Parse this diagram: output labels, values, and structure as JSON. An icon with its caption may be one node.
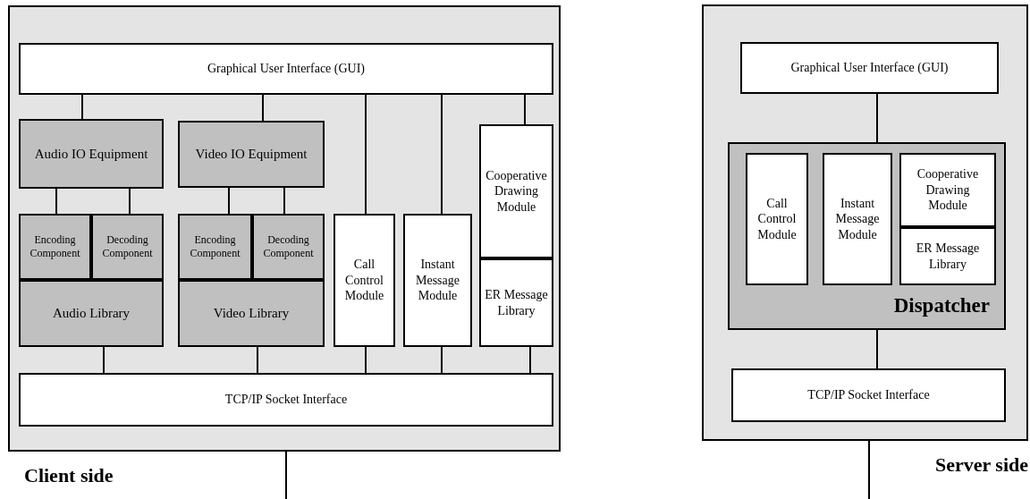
{
  "diagram": {
    "nodes": [
      {
        "text": [
          "Client side"
        ]
      },
      {
        "text": [
          "Graphical User Interface (GUI)"
        ],
        "in": 0
      },
      {
        "text": [
          "Audio IO Equipment"
        ],
        "in": 0
      },
      {
        "text": [
          "Encoding Component"
        ],
        "in": 0
      },
      {
        "text": [
          "Decoding Component"
        ],
        "in": 0
      },
      {
        "text": [
          "Audio Library"
        ],
        "in": 0
      },
      {
        "text": [
          "Video IO Equipment"
        ],
        "in": 0
      },
      {
        "text": [
          "Encoding Component"
        ],
        "in": 0
      },
      {
        "text": [
          "Decoding Component"
        ],
        "in": 0
      },
      {
        "text": [
          "Video Library"
        ],
        "in": 0
      },
      {
        "text": [
          "Call Control Module"
        ],
        "in": 0
      },
      {
        "text": [
          "Instant Message Module"
        ],
        "in": 0
      },
      {
        "text": [
          "Cooperative Drawing Module"
        ],
        "in": 0
      },
      {
        "text": [
          "ER Message Library"
        ],
        "in": 0
      },
      {
        "text": [
          "TCP/IP Socket Interface"
        ],
        "in": 0
      },
      {
        "text": [
          "Server side"
        ]
      },
      {
        "text": [
          "Graphical User Interface (GUI)"
        ],
        "in": 15
      },
      {
        "text": [
          "Dispatcher"
        ],
        "in": 15
      },
      {
        "text": [
          "Call Control Module"
        ],
        "in": 17
      },
      {
        "text": [
          "Instant Message Module"
        ],
        "in": 17
      },
      {
        "text": [
          "Cooperative Drawing Module"
        ],
        "in": 17
      },
      {
        "text": [
          "ER Message Library"
        ],
        "in": 17
      },
      {
        "text": [
          "TCP/IP Socket Interface"
        ],
        "in": 15
      }
    ],
    "edges": [
      {
        "from": 1,
        "to": 2,
        "arrow": "none"
      },
      {
        "from": 1,
        "to": 6,
        "arrow": "none"
      },
      {
        "from": 1,
        "to": 10,
        "arrow": "none"
      },
      {
        "from": 1,
        "to": 11,
        "arrow": "none"
      },
      {
        "from": 1,
        "to": 12,
        "arrow": "none"
      },
      {
        "from": 2,
        "to": 3,
        "arrow": "none"
      },
      {
        "from": 2,
        "to": 4,
        "arrow": "none"
      },
      {
        "from": 6,
        "to": 7,
        "arrow": "none"
      },
      {
        "from": 6,
        "to": 8,
        "arrow": "none"
      },
      {
        "from": 5,
        "to": 14,
        "arrow": "none"
      },
      {
        "from": 9,
        "to": 14,
        "arrow": "none"
      },
      {
        "from": 10,
        "to": 14,
        "arrow": "none"
      },
      {
        "from": 11,
        "to": 14,
        "arrow": "none"
      },
      {
        "from": 13,
        "to": 14,
        "arrow": "none"
      },
      {
        "from": 0,
        "to": null,
        "arrow": "none"
      },
      {
        "from": 16,
        "to": 17,
        "arrow": "none"
      },
      {
        "from": 17,
        "to": 22,
        "arrow": "none"
      },
      {
        "from": 15,
        "to": null,
        "arrow": "none"
      }
    ]
  }
}
